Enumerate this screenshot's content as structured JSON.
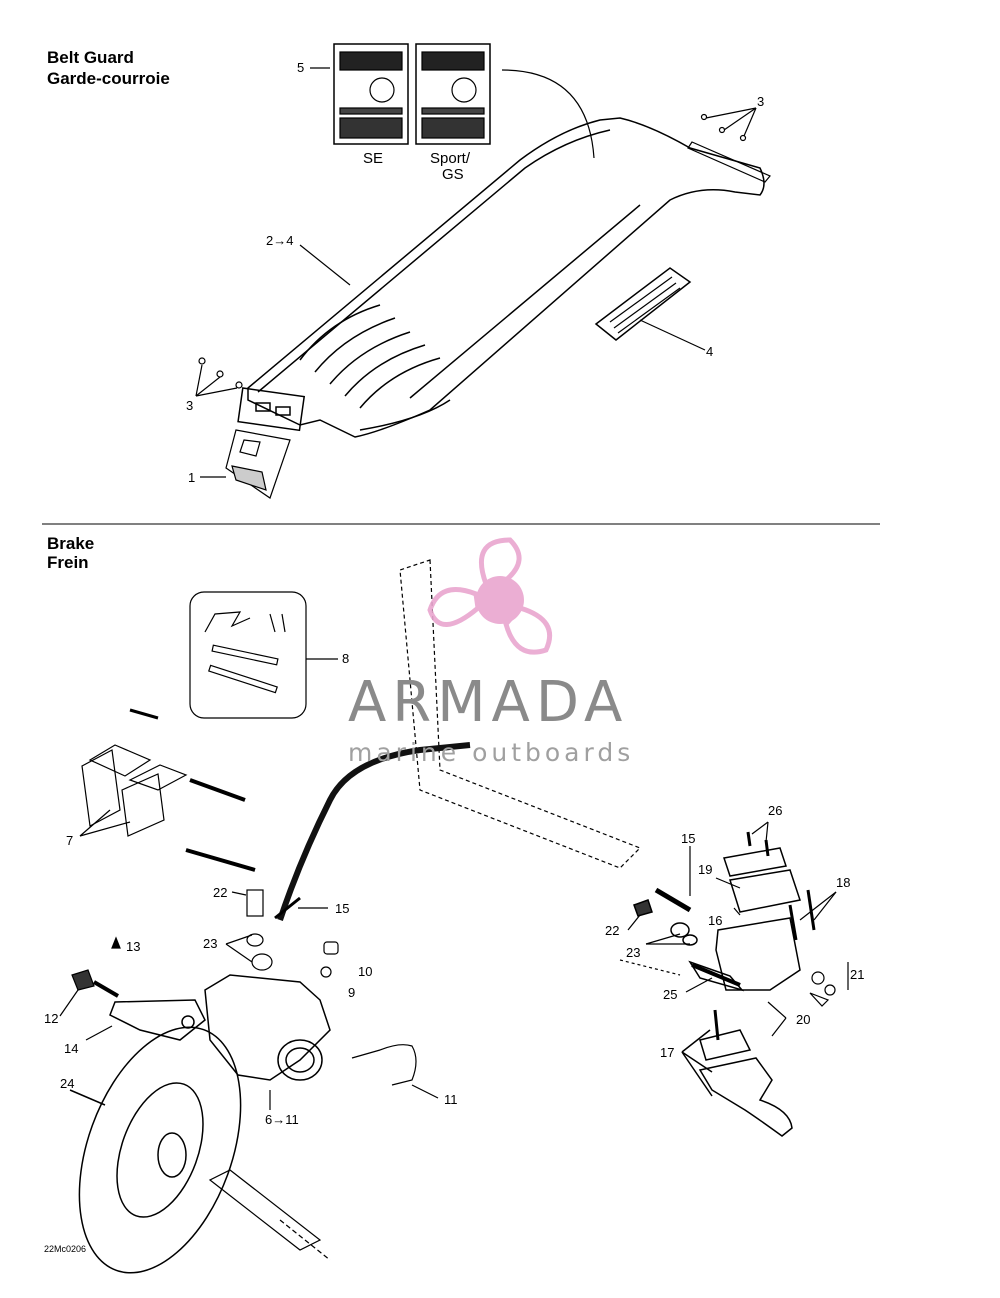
{
  "sections": {
    "belt_guard": {
      "title_en": "Belt Guard",
      "title_fr": "Garde-courroie"
    },
    "brake": {
      "title_en": "Brake",
      "title_fr": "Frein"
    }
  },
  "decal_labels": {
    "se": "SE",
    "sport_gs_1": "Sport/",
    "sport_gs_2": "GS"
  },
  "callouts": {
    "c5": "5",
    "c3a": "3",
    "c3b": "3",
    "c2to4": "2→4",
    "c4": "4",
    "c1": "1",
    "c8": "8",
    "c7": "7",
    "c22a": "22",
    "c23a": "23",
    "c15a": "15",
    "c13": "13",
    "c10": "10",
    "c9": "9",
    "c12": "12",
    "c14": "14",
    "c24": "24",
    "c6to11": "6→11",
    "c11": "11",
    "c26": "26",
    "c15b": "15",
    "c19": "19",
    "c18": "18",
    "c16": "16",
    "c22b": "22",
    "c23b": "23",
    "c21": "21",
    "c25": "25",
    "c20": "20",
    "c17": "17"
  },
  "figure_code": "22Mc0206",
  "watermark": {
    "brand": "ARMADA",
    "tagline": "marine outboards",
    "color": "#e9a6cf"
  }
}
